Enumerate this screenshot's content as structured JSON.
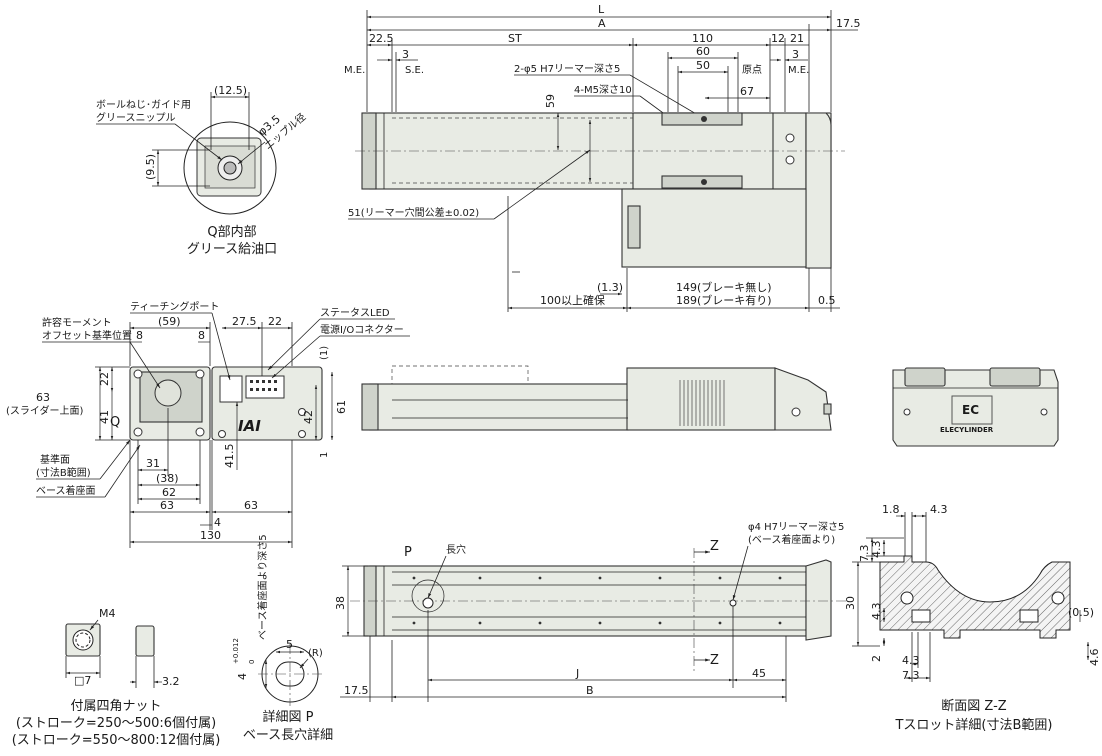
{
  "views": {
    "grease_port": {
      "title": "Q部内部",
      "subtitle": "グリース給油口",
      "label_nipple": "ボールねじ･ガイド用",
      "label_nipple2": "グリースニップル",
      "dim_width": "(12.5)",
      "dim_height": "(9.5)",
      "dim_dia": "φ3.5",
      "dim_dia_note": "ニップル径"
    },
    "top": {
      "dim_L": "L",
      "dim_A": "A",
      "dim_17_5_right": "17.5",
      "dim_22_5": "22.5",
      "dim_3_left": "3",
      "dim_ST": "ST",
      "dim_110": "110",
      "dim_12": "12",
      "dim_21": "21",
      "dim_60": "60",
      "dim_50": "50",
      "dim_3_right": "3",
      "dim_67": "67",
      "dim_59": "59",
      "label_me_left": "M.E.",
      "label_se": "S.E.",
      "label_me_right": "M.E.",
      "label_origin": "原点",
      "label_pin_hole": "2-φ5 H7リーマー深さ5",
      "label_tap": "4-M5深さ10",
      "label_51": "51(リーマー穴間公差±0.02)",
      "dim_1_3": "(1.3)",
      "dim_100": "100以上確保",
      "dim_149": "149(ブレーキ無し)",
      "dim_189": "189(ブレーキ有り)",
      "dim_0_5": "0.5"
    },
    "end": {
      "label_teaching": "ティーチングポート",
      "label_status": "ステータスLED",
      "label_connector": "電源I/Oコネクター",
      "label_moment": "許容モーメント",
      "label_moment2": "オフセット基準位置",
      "dim_59": "(59)",
      "dim_8a": "8",
      "dim_8b": "8",
      "dim_27_5": "27.5",
      "dim_22": "22",
      "dim_1": "(1)",
      "dim_63": "63",
      "dim_63_note": "(スライダー上面)",
      "dim_22v": "22",
      "dim_41": "41",
      "dim_42": "42",
      "dim_61": "61",
      "dim_1b": "1",
      "dim_41_5": "41.5",
      "dim_31": "31",
      "dim_38": "(38)",
      "dim_62": "62",
      "dim_63b": "63",
      "dim_63c": "63",
      "dim_4": "4",
      "dim_130": "130",
      "label_ref": "基準面",
      "label_ref2": "(寸法B範囲)",
      "label_base": "ベース着座面",
      "label_q": "Q",
      "label_iai": "IAI"
    },
    "bottom": {
      "label_p": "P",
      "label_slot": "長穴",
      "label_z1": "Z",
      "label_z2": "Z",
      "label_hole": "φ4 H7リーマー深さ5",
      "label_hole2": "(ベース着座面より)",
      "dim_38": "38",
      "dim_J": "J",
      "dim_45": "45",
      "dim_B": "B",
      "dim_17_5": "17.5"
    },
    "nut": {
      "label_m4": "M4",
      "dim_7": "□7",
      "dim_3_2": "3.2",
      "title": "付属四角ナット",
      "line1": "(ストローク=250〜500:6個付属)",
      "line2": "(ストローク=550〜800:12個付属)"
    },
    "detail_p": {
      "dim_4": "4",
      "dim_tol": "+0.012",
      "dim_tol2": "0",
      "note": "ベース着座面より深さ5",
      "dim_5": "5",
      "dim_r": "(R)",
      "title": "詳細図 P",
      "subtitle": "ベース長穴詳細"
    },
    "section_z": {
      "dim_1_8": "1.8",
      "dim_4_3a": "4.3",
      "dim_7_3a": "7.3",
      "dim_4_3b": "4.3",
      "dim_30": "30",
      "dim_4_3c": "4.3",
      "dim_2": "2",
      "dim_0_5": "(0.5)",
      "dim_4_3d": "4.3",
      "dim_7_3b": "7.3",
      "dim_4_6": "4.6",
      "title": "断面図 Z-Z",
      "subtitle": "Tスロット詳細(寸法B範囲)"
    },
    "iso": {
      "brand": "ELECYLINDER",
      "logo": "EC"
    }
  }
}
